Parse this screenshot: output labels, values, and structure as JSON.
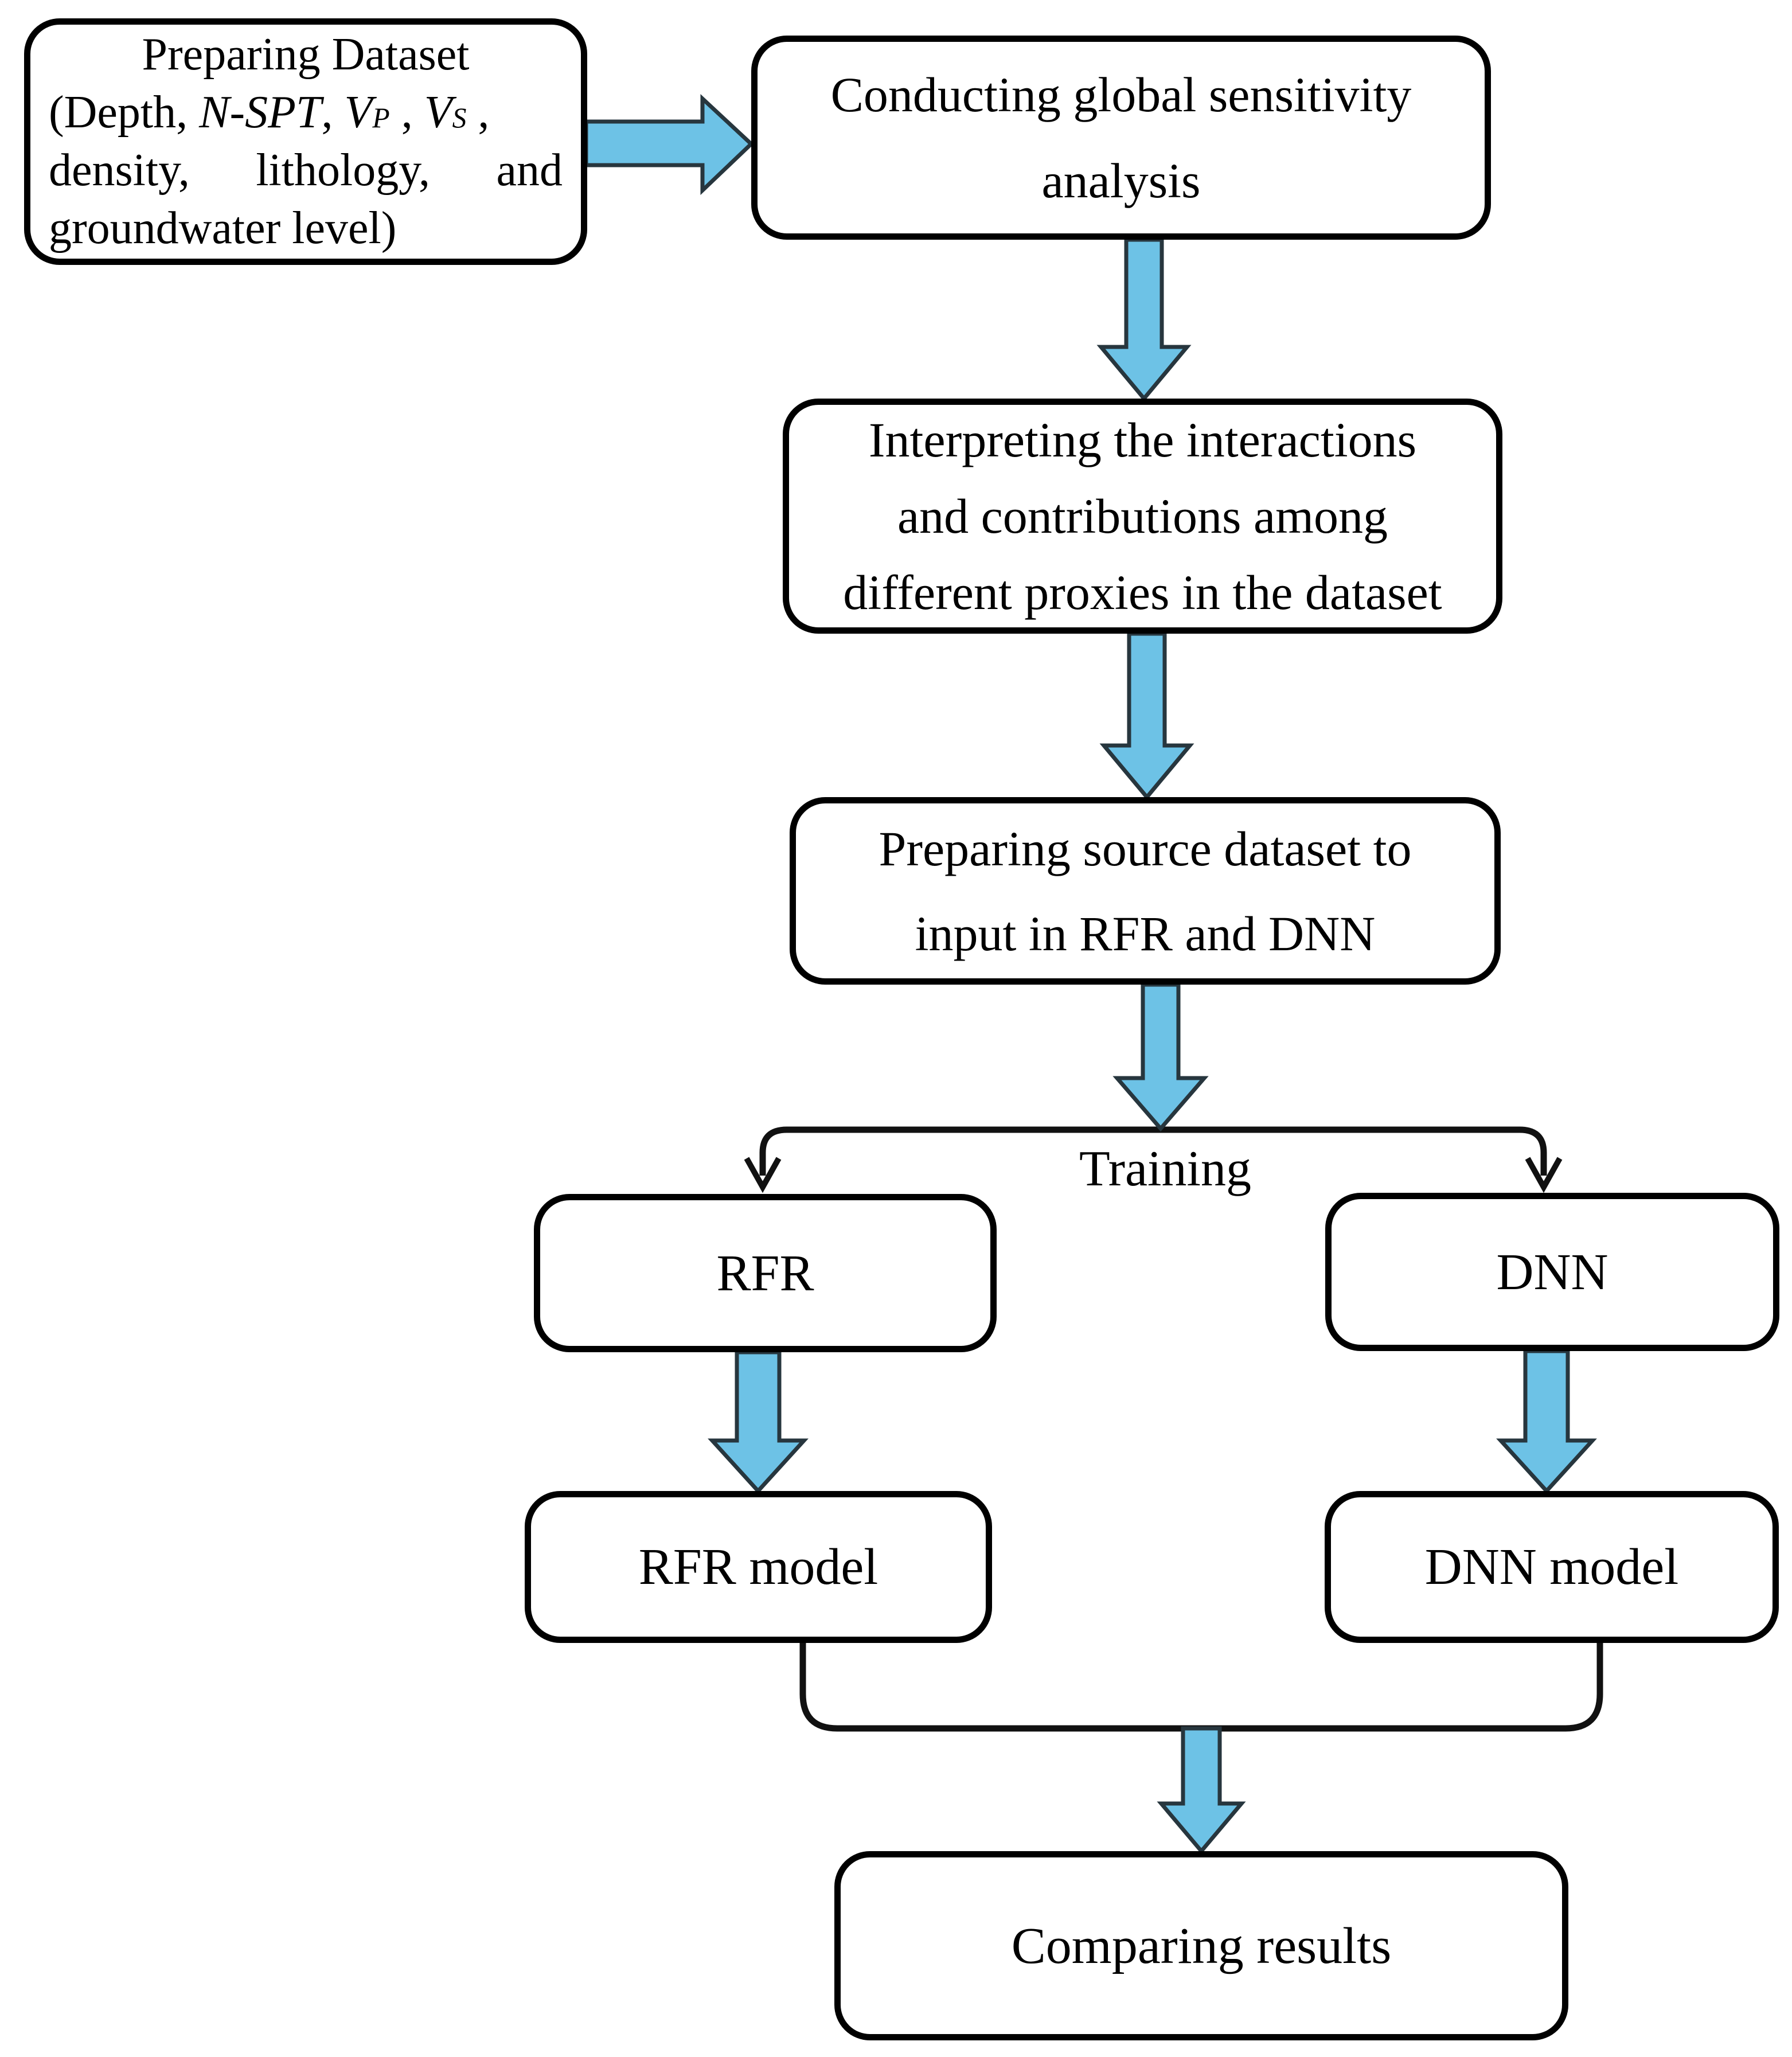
{
  "figure": {
    "background": "#ffffff",
    "box_fill": "#ffffff",
    "box_border_color": "#000000",
    "text_color": "#000000",
    "arrow_fill": "#6dc2e6",
    "arrow_outline": "#27363e",
    "connector_color": "#111111"
  },
  "nodes": {
    "dataset": {
      "line1": "Preparing Dataset",
      "line2_prefix": "(Depth, ",
      "line2_nspt": "N-SPT",
      "line2_sep1": ", ",
      "line2_v1": "V",
      "line2_v1_sub": "P",
      "line2_sep2": " , ",
      "line2_v2": "V",
      "line2_v2_sub": "S",
      "line2_sep3": " ,",
      "line3_w1": "density,",
      "line3_w2": "lithology,",
      "line3_w3": "and",
      "line4": "groundwater level)"
    },
    "sensitivity": {
      "line1": "Conducting global sensitivity",
      "line2": "analysis"
    },
    "interpret": {
      "line1": "Interpreting the interactions",
      "line2": "and contributions among",
      "line3": "different proxies in the dataset"
    },
    "source_input": {
      "line1": "Preparing source dataset to",
      "line2": "input in RFR and DNN"
    },
    "training_label": "Training",
    "rfr": {
      "label": "RFR"
    },
    "dnn": {
      "label": "DNN"
    },
    "rfr_model": {
      "label": "RFR model"
    },
    "dnn_model": {
      "label": "DNN model"
    },
    "comparing": {
      "label": "Comparing results"
    }
  }
}
